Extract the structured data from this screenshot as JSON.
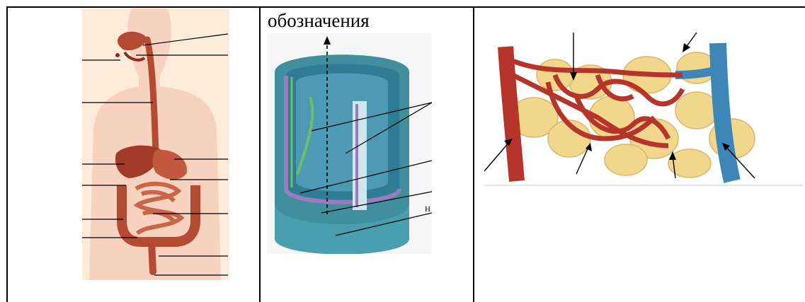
{
  "caption": "обозначения",
  "cross_section_mark": "Н",
  "panels": {
    "digestive": {
      "figure": "digestive-system-diagram"
    },
    "vessel": {
      "figure": "vessel-wall-cross-section"
    },
    "capillaries": {
      "figure": "capillary-network-diagram"
    }
  },
  "colors": {
    "organ": "#b44a32",
    "organ_dark": "#8a2d1c",
    "body_silhouette": "#f7d3bf",
    "panel_bg": "#fbebd8",
    "vessel_teal": "#4a9fae",
    "vessel_dark": "#236d7d",
    "vessel_lining": "#9b7bc0",
    "artery_red": "#b5352a",
    "vein_blue": "#3c86b8",
    "fat_yellow": "#f2d68b"
  }
}
